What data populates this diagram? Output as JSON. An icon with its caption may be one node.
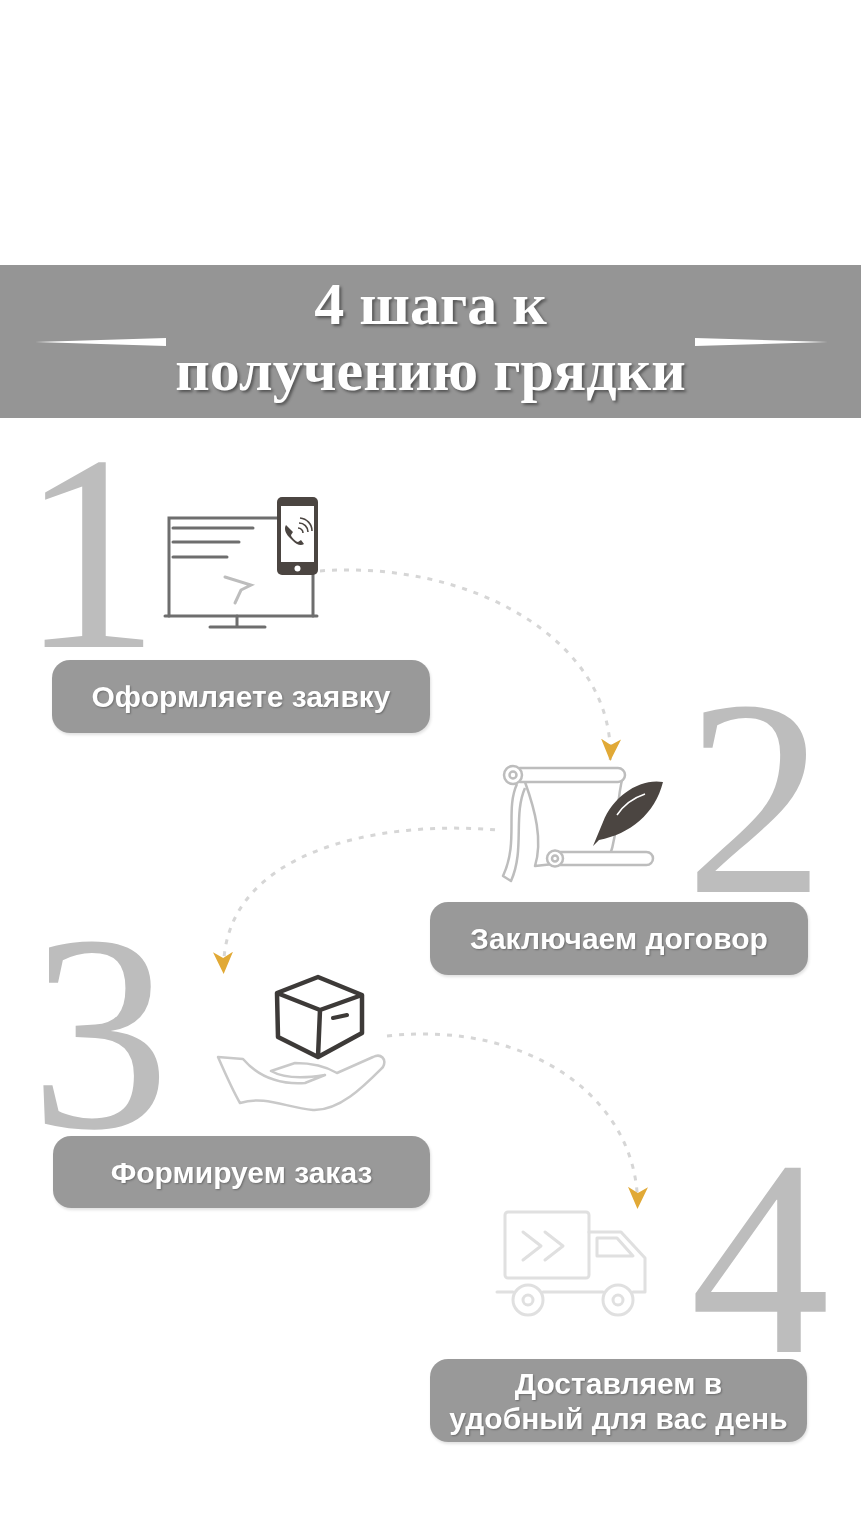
{
  "diagram": {
    "title": "4 шага к получению грядки",
    "nodes": [
      {
        "text": [],
        "shape": "picture"
      },
      {
        "text": [
          "Оформляете заявку"
        ],
        "beside": [
          "1"
        ]
      },
      {
        "text": [],
        "shape": "picture"
      },
      {
        "text": [
          "Заключаем договор"
        ],
        "beside": [
          "2"
        ]
      },
      {
        "text": [],
        "shape": "picture"
      },
      {
        "text": [
          "Формируем заказ"
        ],
        "beside": [
          "3"
        ]
      },
      {
        "text": [],
        "shape": "picture"
      },
      {
        "text": [
          "Доставляем в удобный для вас день"
        ],
        "beside": [
          "4"
        ]
      }
    ],
    "edges": [
      {
        "from": 0,
        "to": 2,
        "arrow": "to",
        "style": "dashed"
      },
      {
        "from": 2,
        "to": 4,
        "arrow": "to",
        "style": "dashed"
      },
      {
        "from": 4,
        "to": 6,
        "arrow": "to",
        "style": "dashed"
      }
    ]
  }
}
